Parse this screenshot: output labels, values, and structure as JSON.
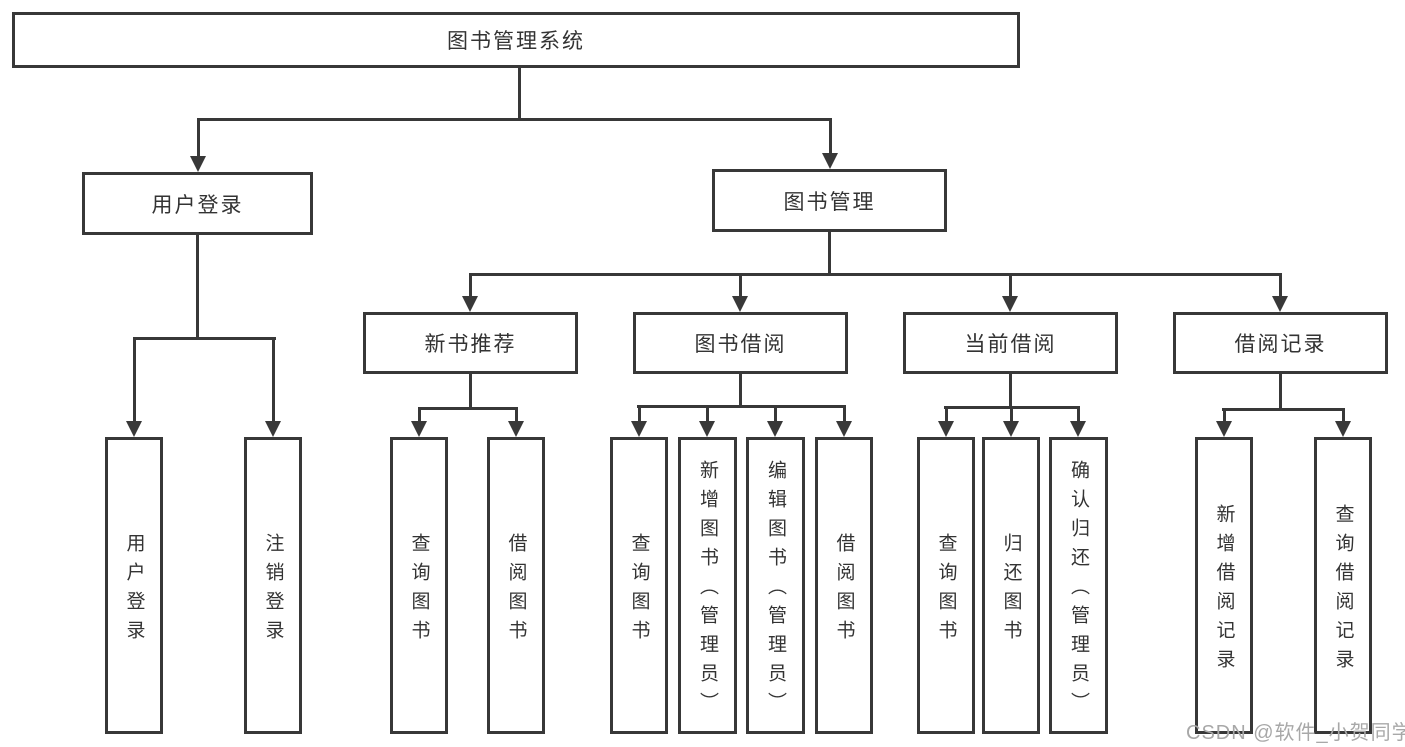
{
  "root": {
    "label": "图书管理系统"
  },
  "branches": {
    "user_login": {
      "label": "用户登录",
      "children": {
        "login": {
          "label": "用户登录"
        },
        "logout": {
          "label": "注销登录"
        }
      }
    },
    "book_mgmt": {
      "label": "图书管理",
      "children": {
        "new_book_rec": {
          "label": "新书推荐",
          "children": {
            "query": {
              "label": "查询图书"
            },
            "borrow": {
              "label": "借阅图书"
            }
          }
        },
        "book_borrow": {
          "label": "图书借阅",
          "children": {
            "query": {
              "label": "查询图书"
            },
            "add": {
              "label": "新增图书（管理员）"
            },
            "edit": {
              "label": "编辑图书（管理员）"
            },
            "borrow": {
              "label": "借阅图书"
            }
          }
        },
        "current_borrow": {
          "label": "当前借阅",
          "children": {
            "query": {
              "label": "查询图书"
            },
            "return": {
              "label": "归还图书"
            },
            "confirm": {
              "label": "确认归还（管理员）"
            }
          }
        },
        "borrow_records": {
          "label": "借阅记录",
          "children": {
            "add": {
              "label": "新增借阅记录"
            },
            "query": {
              "label": "查询借阅记录"
            }
          }
        }
      }
    }
  },
  "watermark": {
    "label": "CSDN @软件_小贺同学"
  },
  "colors": {
    "line": "#383838",
    "text": "#333333",
    "watermark": "#a8a8a8",
    "background": "#ffffff"
  }
}
